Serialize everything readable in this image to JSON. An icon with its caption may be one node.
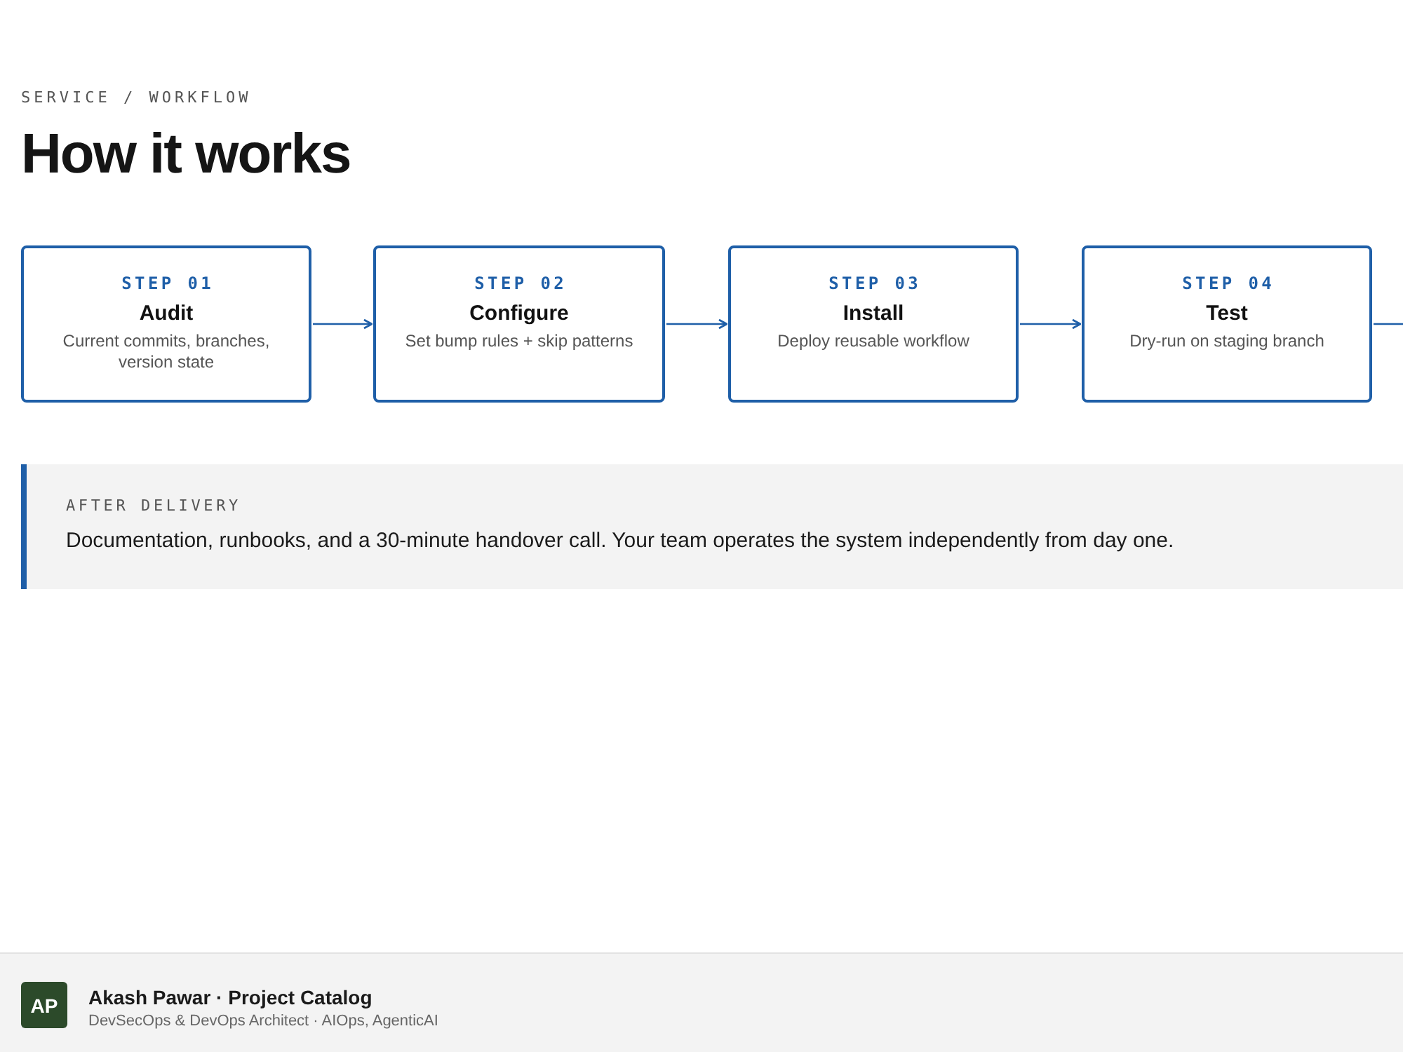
{
  "diagram": {
    "title": "How it works",
    "nodes": [
      {
        "text": [
          "STEP 01",
          "Audit",
          "Current commits, branches, version state"
        ]
      },
      {
        "text": [
          "STEP 02",
          "Configure",
          "Set bump rules + skip patterns"
        ]
      },
      {
        "text": [
          "STEP 03",
          "Install",
          "Deploy reusable workflow"
        ]
      },
      {
        "text": [
          "STEP 04",
          "Test",
          "Dry-run on staging branch"
        ]
      },
      {
        "text": [
          "AFTER DELIVERY",
          "Documentation, runbooks, and a 30-minute handover call. Your team operates the system independently from day one."
        ]
      },
      {
        "text": [
          "Akash Pawar · Project Catalog",
          "DevSecOps & DevOps Architect · AIOps, AgenticAI"
        ]
      },
      {
        "text": [
          "AP"
        ],
        "in": 5
      }
    ],
    "edges": [
      {
        "from": 0,
        "to": 1,
        "arrow": "to"
      },
      {
        "from": 1,
        "to": 2,
        "arrow": "to"
      },
      {
        "from": 2,
        "to": 3,
        "arrow": "to"
      },
      {
        "from": 3,
        "to": null,
        "arrow": "none"
      }
    ],
    "labels": [
      "SERVICE / WORKFLOW"
    ]
  }
}
